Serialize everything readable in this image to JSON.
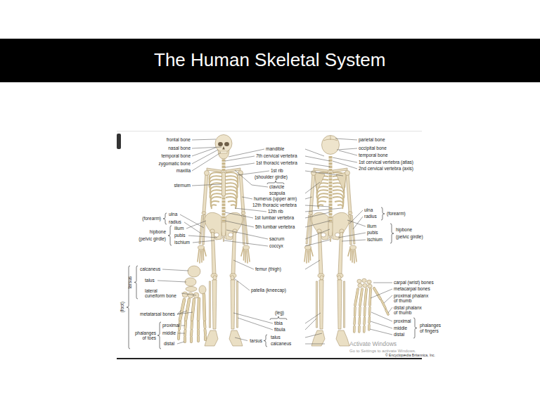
{
  "diagram": {
    "title": "The Human Skeletal System",
    "labels": [
      "frontal bone",
      "nasal bone",
      "temporal bone",
      "zygomatic bone",
      "maxilla",
      "sternum",
      "(forearm)",
      "ulna",
      "radius",
      "hipbone",
      "(pelvic girdle)",
      "ilium",
      "pubis",
      "ischium",
      "mandible",
      "7th cervical vertebra",
      "1st thoracic vertebra",
      "1st rib",
      "(shoulder girdle)",
      "clavicle",
      "scapula",
      "humerus (upper arm)",
      "12th thoracic vertebra",
      "12th rib",
      "1st lumbar vertebra",
      "5th lumbar vertebra",
      "sacrum",
      "coccyx",
      "femur (thigh)",
      "patella (kneecap)",
      "(leg)",
      "tibia",
      "fibula",
      "tarsus",
      "talus",
      "calcaneus",
      "parietal bone",
      "occipital bone",
      "temporal bone",
      "1st cervical vertebra (atlas)",
      "2nd cervical vertebra (axis)",
      "ulna",
      "radius",
      "(forearm)",
      "ilium",
      "pubis",
      "ischium",
      "hipbone",
      "(pelvic girdle)",
      "tarsus",
      "calcaneus",
      "talus",
      "lateral cuneiform bone",
      "(foot)",
      "metatarsal bones",
      "phalanges of toes",
      "proximal",
      "middle",
      "distal",
      "carpal (wrist) bones",
      "metacarpal bones",
      "proximal phalanx of thumb",
      "distal phalanx of thumb",
      "proximal",
      "middle",
      "distal",
      "phalanges of fingers",
      "Activate Windows",
      "Go to Settings to activate Windows.",
      "© Encyclopædia Britannica, Inc."
    ]
  }
}
